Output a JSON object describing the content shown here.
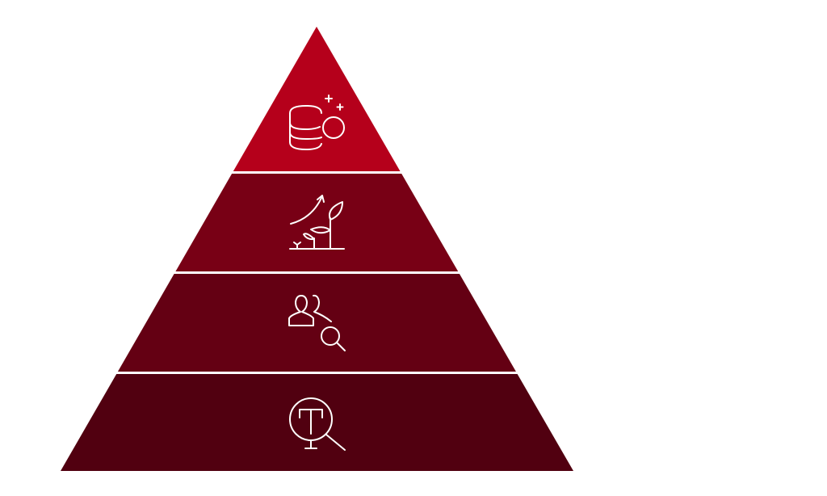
{
  "diagram": {
    "type": "pyramid",
    "layers": [
      {
        "level": 1,
        "icon": "database-plus-icon",
        "color": "#b5001b"
      },
      {
        "level": 2,
        "icon": "growth-plant-icon",
        "color": "#780015"
      },
      {
        "level": 3,
        "icon": "people-search-icon",
        "color": "#640013"
      },
      {
        "level": 4,
        "icon": "text-search-icon",
        "color": "#510010"
      }
    ]
  }
}
